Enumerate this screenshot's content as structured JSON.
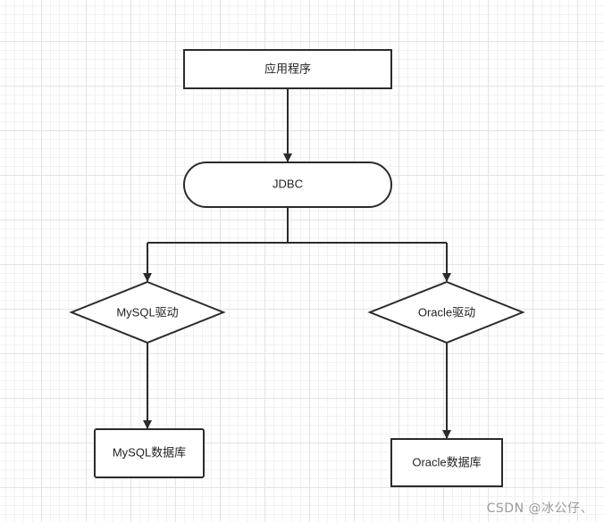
{
  "nodes": {
    "app": "应用程序",
    "jdbc": "JDBC",
    "mysql_driver": "MySQL驱动",
    "oracle_driver": "Oracle驱动",
    "mysql_db": "MySQL数据库",
    "oracle_db": "Oracle数据库"
  },
  "watermark": "CSDN @冰公仔、",
  "colors": {
    "stroke": "#2b2b2b",
    "fill": "#ffffff",
    "text": "#222222",
    "grid": "#e3e3e3",
    "watermark": "#9a9a9a"
  }
}
